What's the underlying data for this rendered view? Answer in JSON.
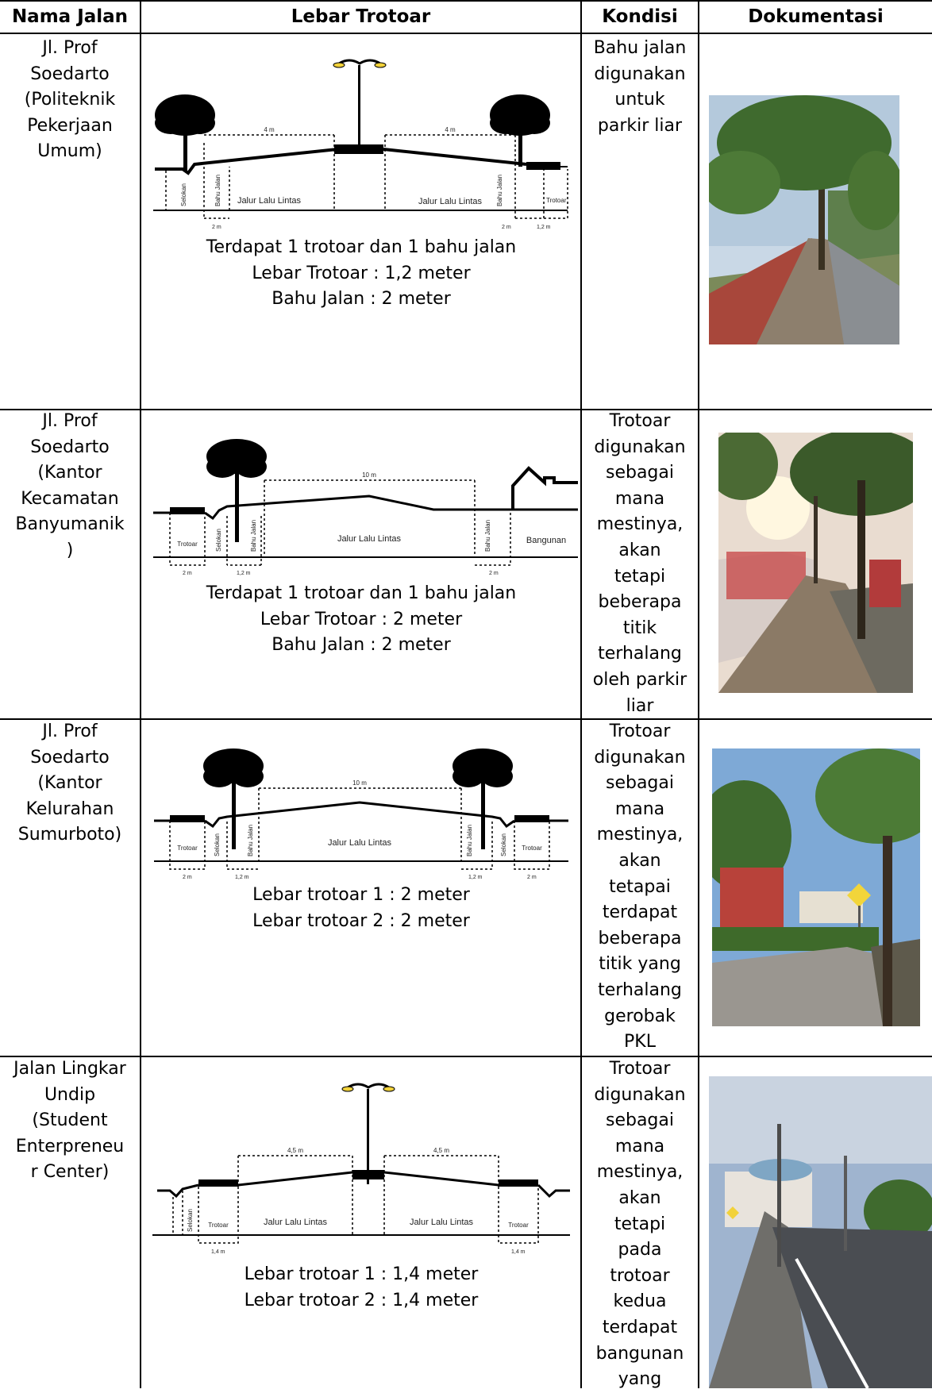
{
  "table": {
    "headers": [
      "Nama Jalan",
      "Lebar Trotoar",
      "Kondisi",
      "Dokumentasi"
    ],
    "rows": [
      {
        "nama": "Jl. Prof\nSoedarto\n(Politeknik\nPekerjaan\nUmum)",
        "caption": [
          "Terdapat 1 trotoar dan 1 bahu jalan",
          "Lebar Trotoar : 1,2 meter",
          "Bahu Jalan : 2 meter"
        ],
        "kondisi": "Bahu jalan\ndigunakan\nuntuk\nparkir liar",
        "photo_icon": "street-photo"
      },
      {
        "nama": "Jl. Prof\nSoedarto\n(Kantor\nKecamatan\nBanyumanik\n)",
        "caption": [
          "Terdapat 1 trotoar dan 1 bahu jalan",
          "Lebar Trotoar : 2 meter",
          "Bahu Jalan : 2 meter"
        ],
        "kondisi": "Trotoar\ndigunakan\nsebagai\nmana\nmestinya,\nakan\ntetapi\nbeberapa\ntitik\nterhalang\noleh parkir\nliar",
        "photo_icon": "street-photo"
      },
      {
        "nama": "Jl. Prof\nSoedarto\n(Kantor\nKelurahan\nSumurboto)",
        "caption": [
          "Lebar trotoar 1 : 2 meter",
          "Lebar trotoar 2 : 2 meter"
        ],
        "kondisi": "Trotoar\ndigunakan\nsebagai\nmana\nmestinya,\nakan\ntetapai\nterdapat\nbeberapa\ntitik yang\nterhalang\ngerobak\nPKL",
        "photo_icon": "street-photo"
      },
      {
        "nama": "Jalan Lingkar\nUndip\n(Student\nEnterpreneu\nr Center)",
        "caption": [
          "Lebar trotoar 1 : 1,4 meter",
          "Lebar trotoar 2 : 1,4 meter"
        ],
        "kondisi": "Trotoar\ndigunakan\nsebagai\nmana\nmestinya,\nakan\ntetapi\npada\ntrotoar\nkedua\nterdapat\nbangunan\nyang",
        "photo_icon": "street-photo"
      }
    ]
  },
  "diagrams": {
    "d1": {
      "lane_left": "Jalur Lalu Lintas",
      "lane_right": "Jalur Lalu Lintas",
      "dim_left": "4 m",
      "dim_right": "4 m",
      "selokan": "Selokan",
      "bahu_left": "Bahu Jalan",
      "bahu_right": "Bahu Jalan",
      "trotoar": "Trotoar",
      "w_bahu_left": "2 m",
      "w_bahu_right": "2 m",
      "w_trotoar": "1,2 m"
    },
    "d2": {
      "lane": "Jalur Lalu Lintas",
      "dim": "10 m",
      "trotoar": "Trotoar",
      "selokan": "Selokan",
      "bahu_left": "Bahu Jalan",
      "bahu_right": "Bahu Jalan",
      "bangunan": "Bangunan",
      "w_trotoar": "2 m",
      "w_bahu_left": "1,2 m",
      "w_bahu_right": "2 m"
    },
    "d3": {
      "lane": "Jalur Lalu Lintas",
      "dim": "10 m",
      "trotoar_left": "Trotoar",
      "trotoar_right": "Trotoar",
      "selokan_left": "Selokan",
      "selokan_right": "Selokan",
      "bahu_left": "Bahu Jalan",
      "bahu_right": "Bahu Jalan",
      "w_trotoar_left": "2 m",
      "w_bahu_left": "1,2 m",
      "w_bahu_right": "1,2 m",
      "w_trotoar_right": "2 m"
    },
    "d4": {
      "lane_left": "Jalur Lalu Lintas",
      "lane_right": "Jalur Lalu Lintas",
      "dim_left": "4,5 m",
      "dim_right": "4,5 m",
      "selokan": "Selokan",
      "trotoar_left": "Trotoar",
      "trotoar_right": "Trotoar",
      "w_trotoar_left": "1,4 m",
      "w_trotoar_right": "1,4 m"
    }
  },
  "colors": {
    "grid": "#000000",
    "asphalt": "#777b7f",
    "sky": "#b9cde0",
    "foliage": "#3f6a2e"
  }
}
